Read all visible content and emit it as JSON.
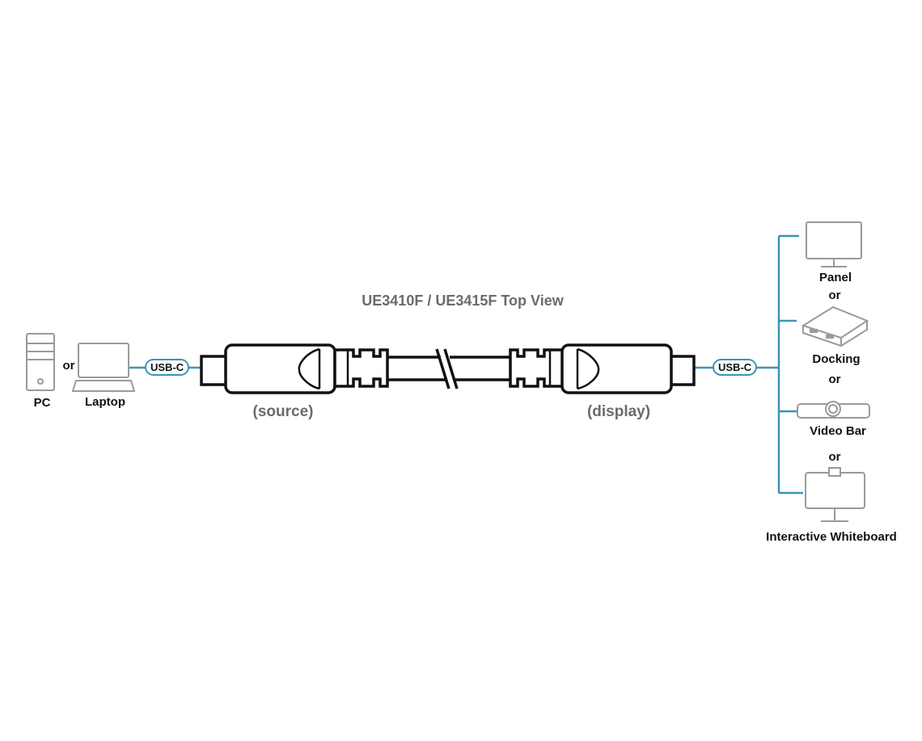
{
  "title": "UE3410F / UE3415F Top View",
  "source_label": "(source)",
  "display_label": "(display)",
  "connector_label_left": "USB-C",
  "connector_label_right": "USB-C",
  "source_devices": {
    "pc": "PC",
    "or": "or",
    "laptop": "Laptop"
  },
  "display_devices": {
    "panel": "Panel",
    "or1": "or",
    "docking": "Docking",
    "or2": "or",
    "video_bar": "Video Bar",
    "or3": "or",
    "whiteboard": "Interactive Whiteboard"
  },
  "colors": {
    "link": "#3a95b5",
    "icon": "#9a9a9a",
    "cable": "#111111",
    "label_grey": "#6b6b6b"
  }
}
